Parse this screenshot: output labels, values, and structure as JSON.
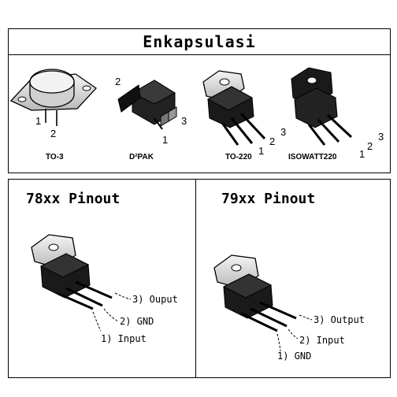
{
  "encaps": {
    "title": "Enkapsulasi",
    "packages": [
      {
        "label": "TO-3",
        "pins": [
          "1",
          "2"
        ]
      },
      {
        "label": "D²PAK",
        "pins": [
          "2",
          "1",
          "3"
        ]
      },
      {
        "label": "TO-220",
        "pins": [
          "1",
          "2",
          "3"
        ]
      },
      {
        "label": "ISOWATT220",
        "pins": [
          "1",
          "2",
          "3"
        ]
      }
    ]
  },
  "pinout78": {
    "title": "78xx Pinout",
    "pins": [
      "3) Ouput",
      "2) GND",
      "1) Input"
    ]
  },
  "pinout79": {
    "title": "79xx Pinout",
    "pins": [
      "3) Output",
      "2) Input",
      "1) GND"
    ]
  }
}
